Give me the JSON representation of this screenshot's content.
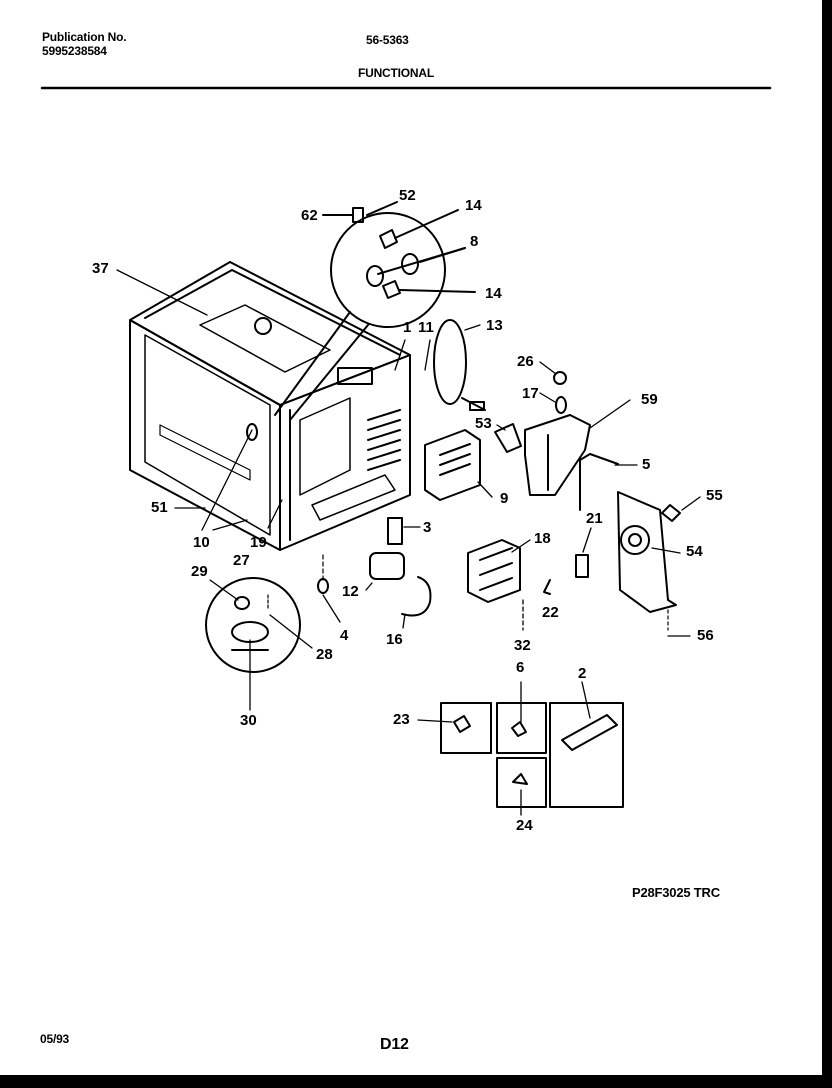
{
  "header": {
    "publication_label": "Publication No.",
    "publication_number": "5995238584",
    "model": "56-5363",
    "section": "FUNCTIONAL"
  },
  "footer": {
    "date": "05/93",
    "page": "D12",
    "drawing_code": "P28F3025 TRC"
  },
  "callouts": [
    "62",
    "52",
    "14",
    "8",
    "14",
    "37",
    "1",
    "11",
    "13",
    "26",
    "17",
    "59",
    "53",
    "5",
    "9",
    "51",
    "10",
    "19",
    "3",
    "55",
    "21",
    "54",
    "18",
    "12",
    "4",
    "27",
    "29",
    "28",
    "16",
    "22",
    "32",
    "56",
    "30",
    "6",
    "2",
    "23",
    "24"
  ],
  "inset_labels": {
    "23": "23",
    "6": "6",
    "2": "2",
    "24": "24"
  }
}
